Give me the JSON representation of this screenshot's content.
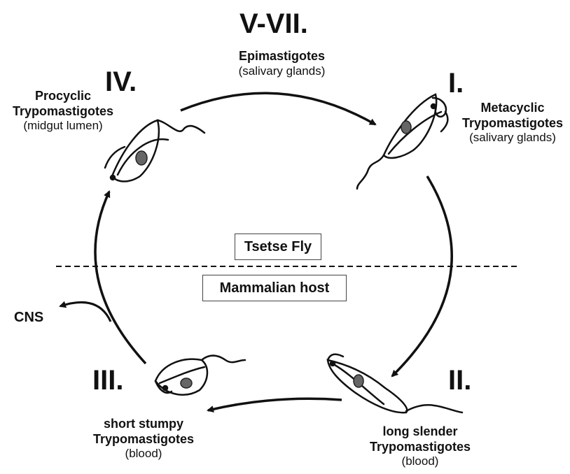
{
  "stages": {
    "s1": {
      "num": "I.",
      "name": "Metacyclic Trypomastigotes",
      "location": "(salivary glands)"
    },
    "s2": {
      "num": "II.",
      "name": "long slender Trypomastigotes",
      "location": "(blood)"
    },
    "s3": {
      "num": "III.",
      "name": "short stumpy Trypomastigotes",
      "location": "(blood)"
    },
    "s4": {
      "num": "IV.",
      "name": "Procyclic Trypomastigotes",
      "location": "(midgut lumen)"
    },
    "s5": {
      "num": "V-VII.",
      "name": "Epimastigotes",
      "location": "(salivary glands)"
    }
  },
  "hosts": {
    "vector": "Tsetse Fly",
    "mammal": "Mammalian host"
  },
  "branch": {
    "label": "CNS"
  }
}
